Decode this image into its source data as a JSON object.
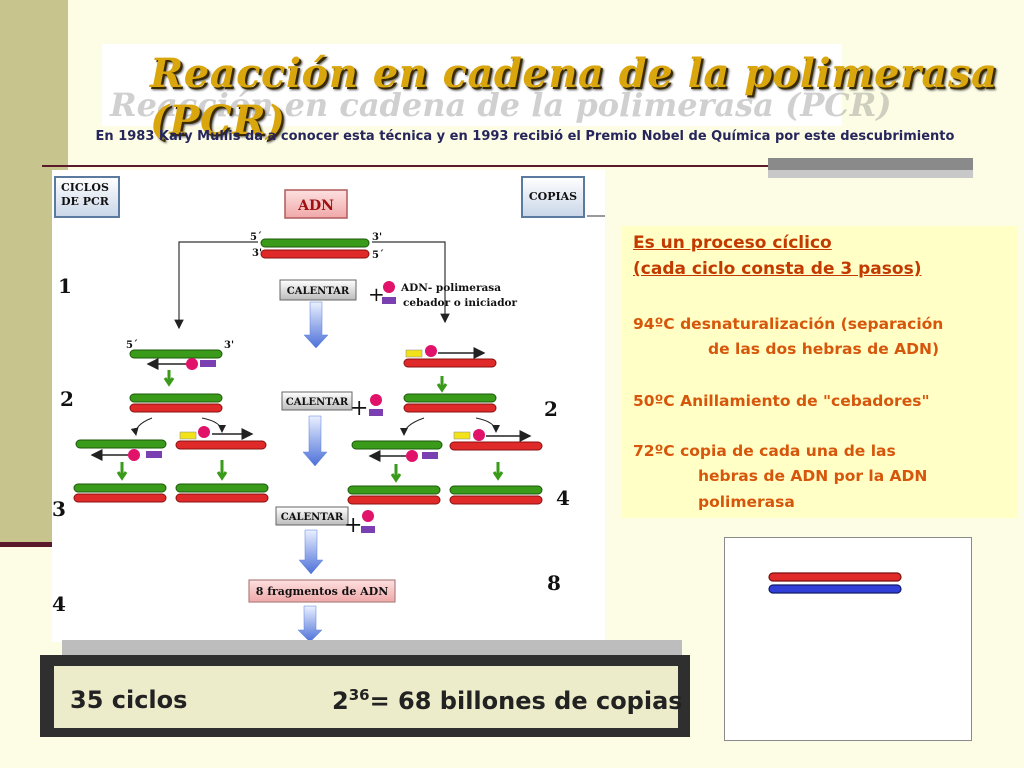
{
  "title": "Reacción en cadena de la polimerasa (PCR)",
  "intro": "En 1983 Kary Mullis da a conocer esta técnica y en 1993 recibió el Premio Nobel de Química por este descubrimiento",
  "diagram": {
    "ciclos_label_1": "CICLOS",
    "ciclos_label_2": "DE PCR",
    "copias_label": "COPIAS",
    "adn_label": "ADN",
    "calentar_label": "CALENTAR",
    "legend_polimerasa": "ADN- polimerasa",
    "legend_cebador": "cebador o iniciador",
    "fragments_label": "8 fragmentos de ADN",
    "prime5": "5´",
    "prime3": "3'",
    "cycle_numbers": [
      "1",
      "2",
      "3",
      "4"
    ],
    "copy_numbers": [
      "2",
      "4",
      "8"
    ],
    "colors": {
      "green": "#3a9a1a",
      "red": "#e02a2a",
      "yellow": "#f2e21a",
      "magenta": "#e0126a",
      "purple": "#7a3fb0",
      "arrow_blue": "#5a7ee0"
    }
  },
  "bottom": {
    "cycles": "35 ciclos",
    "formula_base": "2",
    "formula_exp": "36",
    "formula_rest": "= 68 billones de copias"
  },
  "process": {
    "title_1": "Es un proceso cíclico",
    "title_2": "(cada ciclo consta de 3 pasos)",
    "step1_a": "94ºC  desnaturalización (separación",
    "step1_b": "de las dos hebras de ADN)",
    "step2": "50ºC Anillamiento de \"cebadores\"",
    "step3_a": "72ºC copia de cada una de las",
    "step3_b": "hebras de ADN por la ADN",
    "step3_c": "polimerasa"
  },
  "animation": {
    "strand_colors": [
      "#e02a2a",
      "#2f3fd8"
    ]
  }
}
